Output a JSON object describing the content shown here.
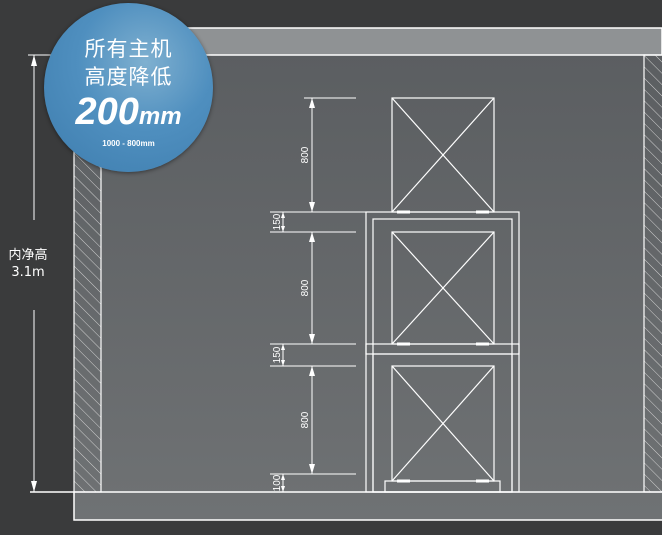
{
  "badge": {
    "line1": "所有主机",
    "line2": "高度降低",
    "value": "200",
    "unit": "mm",
    "range": "1000 - 800mm"
  },
  "room_height": {
    "label": "内净高",
    "value": "3.1m"
  },
  "dimensions": [
    "800",
    "150",
    "800",
    "150",
    "800",
    "100"
  ],
  "colors": {
    "background": "#3a3b3c",
    "wall_fill": "#6b6e70",
    "line": "#ffffff",
    "badge": "#4f8fbf"
  }
}
